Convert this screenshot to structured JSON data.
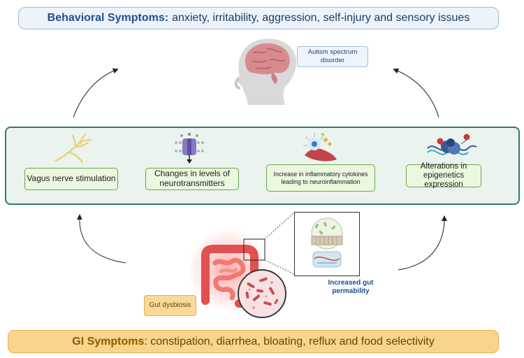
{
  "behavioral": {
    "heading": "Behavioral Symptoms:",
    "text": "anxiety, irritability, aggression, self-injury and sensory issues"
  },
  "asd_label": "Autism spectrum disorder",
  "mechanisms": [
    {
      "label": "Vagus nerve stimulation",
      "icon": "nerve-icon"
    },
    {
      "label": "Changes in levels of neurotransmitters",
      "icon": "synapse-channel-icon"
    },
    {
      "label": "Increase in inflammatory cytokines leading to neuroinflammation",
      "icon": "immune-cell-icon"
    },
    {
      "label": "Alterations in epigenetics expression",
      "icon": "dna-methylation-icon"
    }
  ],
  "gut": {
    "dysbiosis_label": "Gut dysbiosis",
    "permeability_label": "Increased gut permability"
  },
  "gi": {
    "heading": "GI Symptoms",
    "text": ": constipation, diarrhea, bloating, reflux and food selectivity"
  },
  "colors": {
    "panel_border": "#2f7d69",
    "mechanism_fill": "#ebf7de",
    "gi_fill": "#f9d48d",
    "behavioral_fill": "#eef3fb"
  }
}
